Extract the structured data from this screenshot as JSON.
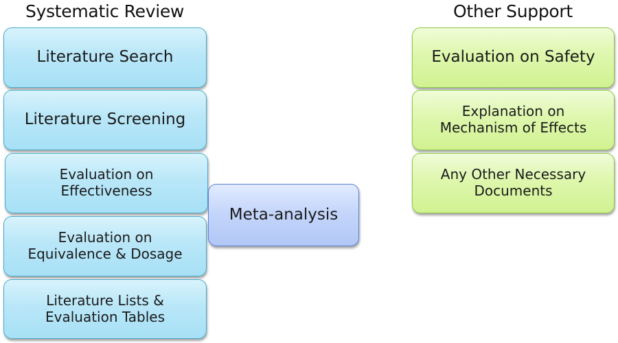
{
  "headers": {
    "left": "Systematic Review",
    "right": "Other Support"
  },
  "systematic_review": [
    {
      "lines": [
        "Literature Search"
      ]
    },
    {
      "lines": [
        "Literature Screening"
      ]
    },
    {
      "lines": [
        "Evaluation on",
        "Effectiveness"
      ]
    },
    {
      "lines": [
        "Evaluation on",
        "Equivalence & Dosage"
      ]
    },
    {
      "lines": [
        "Literature Lists &",
        "Evaluation Tables"
      ]
    }
  ],
  "meta_analysis": {
    "lines": [
      "Meta-analysis"
    ]
  },
  "other_support": [
    {
      "lines": [
        "Evaluation on Safety"
      ]
    },
    {
      "lines": [
        "Explanation on",
        "Mechanism of Effects"
      ]
    },
    {
      "lines": [
        "Any Other Necessary",
        "Documents"
      ]
    }
  ],
  "colors": {
    "review_fill": "#b9e7f8",
    "review_border": "#4aaccc",
    "support_fill": "#def7ad",
    "support_border": "#8ec845",
    "meta_fill": "#c5d6fb",
    "meta_border": "#5a80d0"
  }
}
